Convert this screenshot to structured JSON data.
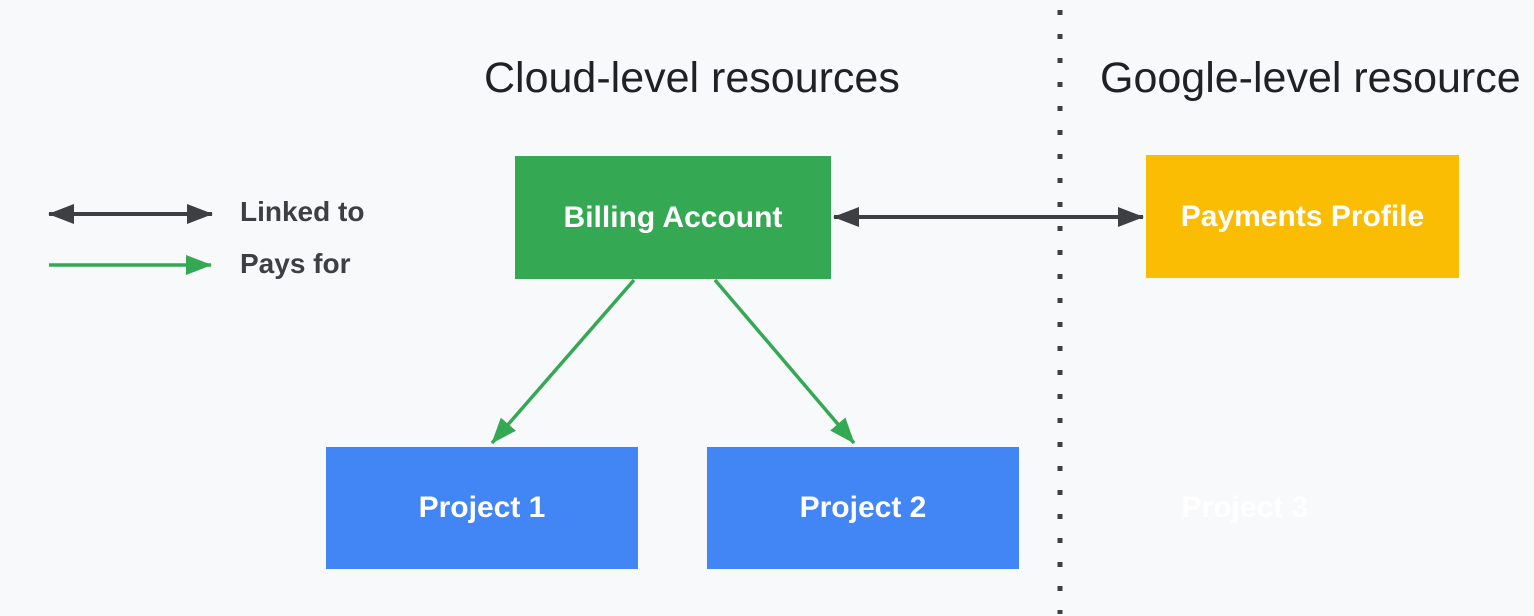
{
  "diagram": {
    "background_color": "#F8F9FA",
    "sections": {
      "cloud": {
        "title": "Cloud-level resources"
      },
      "google": {
        "title": "Google-level resource"
      }
    },
    "legend": {
      "items": [
        {
          "label": "Linked to",
          "arrow_style": "double-headed",
          "arrow_color": "#3C4043"
        },
        {
          "label": "Pays for",
          "arrow_style": "single-headed",
          "arrow_color": "#34A853"
        }
      ]
    },
    "nodes": [
      {
        "id": "billing-account",
        "label": "Billing Account",
        "fill_color": "#34A853",
        "text_color": "#FFFFFF",
        "section": "cloud"
      },
      {
        "id": "payments-profile",
        "label": "Payments Profile",
        "fill_color": "#FBBC04",
        "text_color": "#FFFFFF",
        "section": "google"
      },
      {
        "id": "project-1",
        "label": "Project 1",
        "fill_color": "#4285F4",
        "text_color": "#FFFFFF",
        "section": "cloud"
      },
      {
        "id": "project-2",
        "label": "Project 2",
        "fill_color": "#4285F4",
        "text_color": "#FFFFFF",
        "section": "cloud"
      },
      {
        "id": "project-3",
        "label": "Project 3",
        "fill_color": "transparent",
        "text_color": "#FFFFFF",
        "section": "google"
      }
    ],
    "edges": [
      {
        "from": "billing-account",
        "to": "payments-profile",
        "type": "linked-to",
        "color": "#3C4043"
      },
      {
        "from": "billing-account",
        "to": "project-1",
        "type": "pays-for",
        "color": "#34A853"
      },
      {
        "from": "billing-account",
        "to": "project-2",
        "type": "pays-for",
        "color": "#34A853"
      }
    ],
    "divider": {
      "style": "dotted-vertical-line",
      "color": "#3C4043"
    }
  }
}
